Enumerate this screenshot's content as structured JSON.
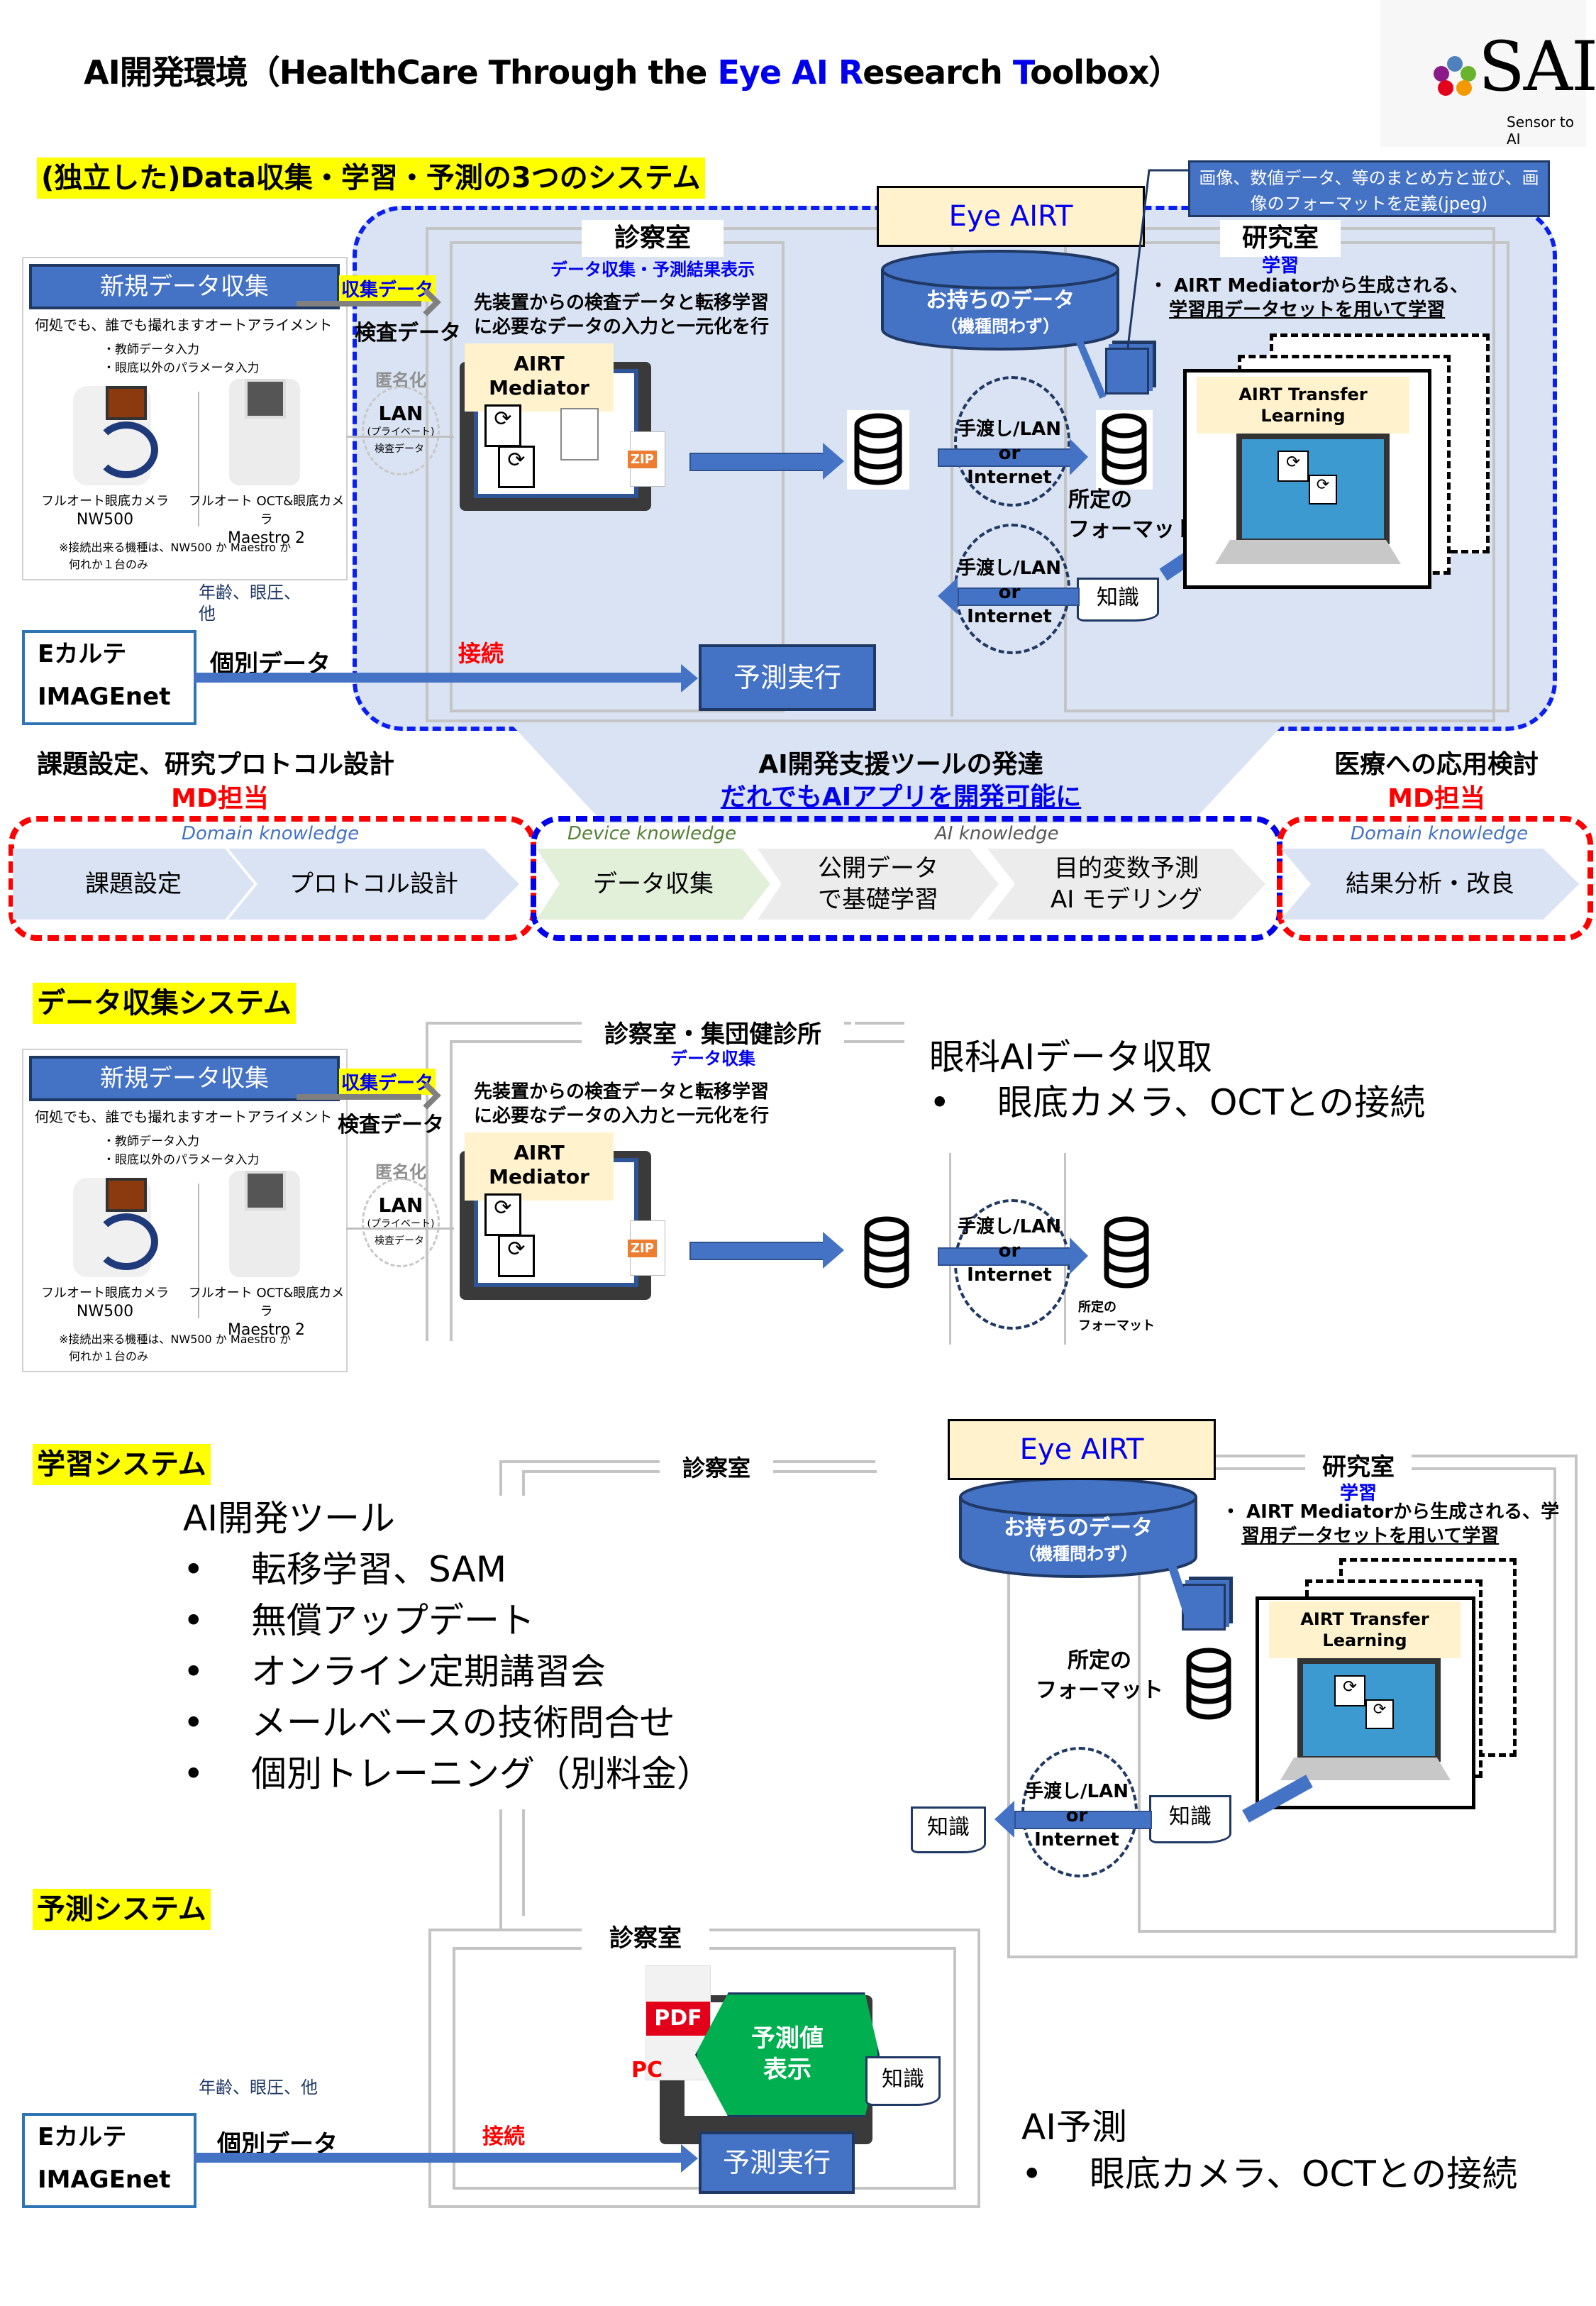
{
  "header": {
    "title_prefix": "AI開発環境（HealthCare Through the ",
    "title_eye": "E",
    "title_ye": "ye ",
    "title_ai": "AI R",
    "title_esearch": "esearch ",
    "title_t": "T",
    "title_oolbox": "oolbox）",
    "logo_text": "SAI",
    "logo_tagline": "Sensor to AI"
  },
  "colors": {
    "accent_blue": "#4472c4",
    "highlight_yellow": "#ffff00",
    "region_blue": "#dae3f3",
    "md_red": "#ff0000",
    "predict_green": "#00b050",
    "cream": "#fff2cc"
  },
  "overview": {
    "section_label": "(独立した)Data収集・学習・予測の3つのシステム",
    "callout": "画像、数値データ、等のまとめ方と並び、画像のフォーマットを定義(jpeg)",
    "new_data": {
      "header": "新規データ収集",
      "tagline": "何処でも、誰でも撮れますオートアライメント",
      "bullets": [
        "・教師データ入力",
        "・眼底以外のパラメータ入力"
      ],
      "devices": [
        {
          "type": "フルオート眼底カメラ",
          "model": "NW500"
        },
        {
          "type": "フルオート OCT&眼底カメラ",
          "model": "Maestro 2"
        }
      ],
      "note_line1": "※接続出来る機種は、NW500 か Maestro か",
      "note_line2": "何れか１台のみ"
    },
    "collect_data_label": "収集データ",
    "exam_data_label": "検査データ",
    "anonymize": "匿名化",
    "lan": "LAN",
    "lan_private": "(プライベート)",
    "lan_exam_data": "検査データ",
    "clinic": {
      "title": "診察室",
      "subtitle": "データ収集・予測結果表示",
      "desc_line1": "先装置からの検査データと転移学習",
      "desc_line2": "に必要なデータの入力と一元化を行",
      "mediator_line1": "AIRT",
      "mediator_line2": "Mediator",
      "zip": "ZIP"
    },
    "eye_airt": "Eye AIRT",
    "own_data_line1": "お持ちのデータ",
    "own_data_line2": "（機種問わず）",
    "transfer_top": [
      "手渡し/LAN",
      "or",
      "Internet"
    ],
    "transfer_bottom": [
      "手渡し/LAN",
      "or",
      "Internet"
    ],
    "format_line1": "所定の",
    "format_line2": "フォーマット",
    "knowledge": "知識",
    "lab": {
      "title": "研究室",
      "subtitle": "学習",
      "bullet_line1": "・ AIRT Mediatorから生成される、",
      "bullet_line2": "学習用データセットを用いて学習",
      "tl_line1": "AIRT Transfer",
      "tl_line2": "Learning"
    },
    "age_note_line1": "年齢、眼圧、",
    "age_note_line2": "他",
    "ekarte_line1": "Eカルテ",
    "ekarte_line2": "IMAGEnet",
    "individual_data": "個別データ",
    "connect": "接続",
    "predict_exec": "予測実行"
  },
  "process": {
    "left_heading": "課題設定、研究プロトコル設計",
    "left_md": "MD担当",
    "center_heading": "AI開発支援ツールの発達",
    "center_sub": "だれでもAIアプリを開発可能に",
    "right_heading": "医療への応用検討",
    "right_md": "MD担当",
    "domain_knowledge_left": "Domain knowledge",
    "device_knowledge": "Device knowledge",
    "ai_knowledge": "AI knowledge",
    "domain_knowledge_right": "Domain knowledge",
    "steps": [
      {
        "line1": "課題設定",
        "line2": ""
      },
      {
        "line1": "プロトコル設計",
        "line2": ""
      },
      {
        "line1": "データ収集",
        "line2": ""
      },
      {
        "line1": "公開データ",
        "line2": "で基礎学習"
      },
      {
        "line1": "目的変数予測",
        "line2": "AI モデリング"
      },
      {
        "line1": "結果分析・改良",
        "line2": ""
      }
    ]
  },
  "collection": {
    "section_label": "データ収集システム",
    "clinic_title": "診察室・集団健診所",
    "clinic_subtitle": "データ収集",
    "heading": "眼科AIデータ収取",
    "bullet": "眼底カメラ、OCTとの接続",
    "format_line1": "所定の",
    "format_line2": "フォーマット"
  },
  "learning": {
    "section_label": "学習システム",
    "clinic_title": "診察室",
    "tools_heading": "AI開発ツール",
    "tools": [
      "転移学習、SAM",
      "無償アップデート",
      "オンライン定期講習会",
      "メールベースの技術問合せ",
      "個別トレーニング（別料金）"
    ],
    "lab_bullet_line1": "・ AIRT Mediatorから生成される、学",
    "lab_bullet_line2": "習用データセットを用いて学習"
  },
  "prediction": {
    "section_label": "予測システム",
    "clinic_title": "診察室",
    "pdf": "PDF",
    "display_line1": "予測値",
    "display_line2": "表示",
    "pc": "PC",
    "knowledge": "知識",
    "age_note": "年齢、眼圧、他",
    "ekarte_line1": "Eカルテ",
    "ekarte_line2": "IMAGEnet",
    "individual_data": "個別データ",
    "connect": "接続",
    "predict_exec": "予測実行",
    "heading": "AI予測",
    "bullet": "眼底カメラ、OCTとの接続"
  }
}
